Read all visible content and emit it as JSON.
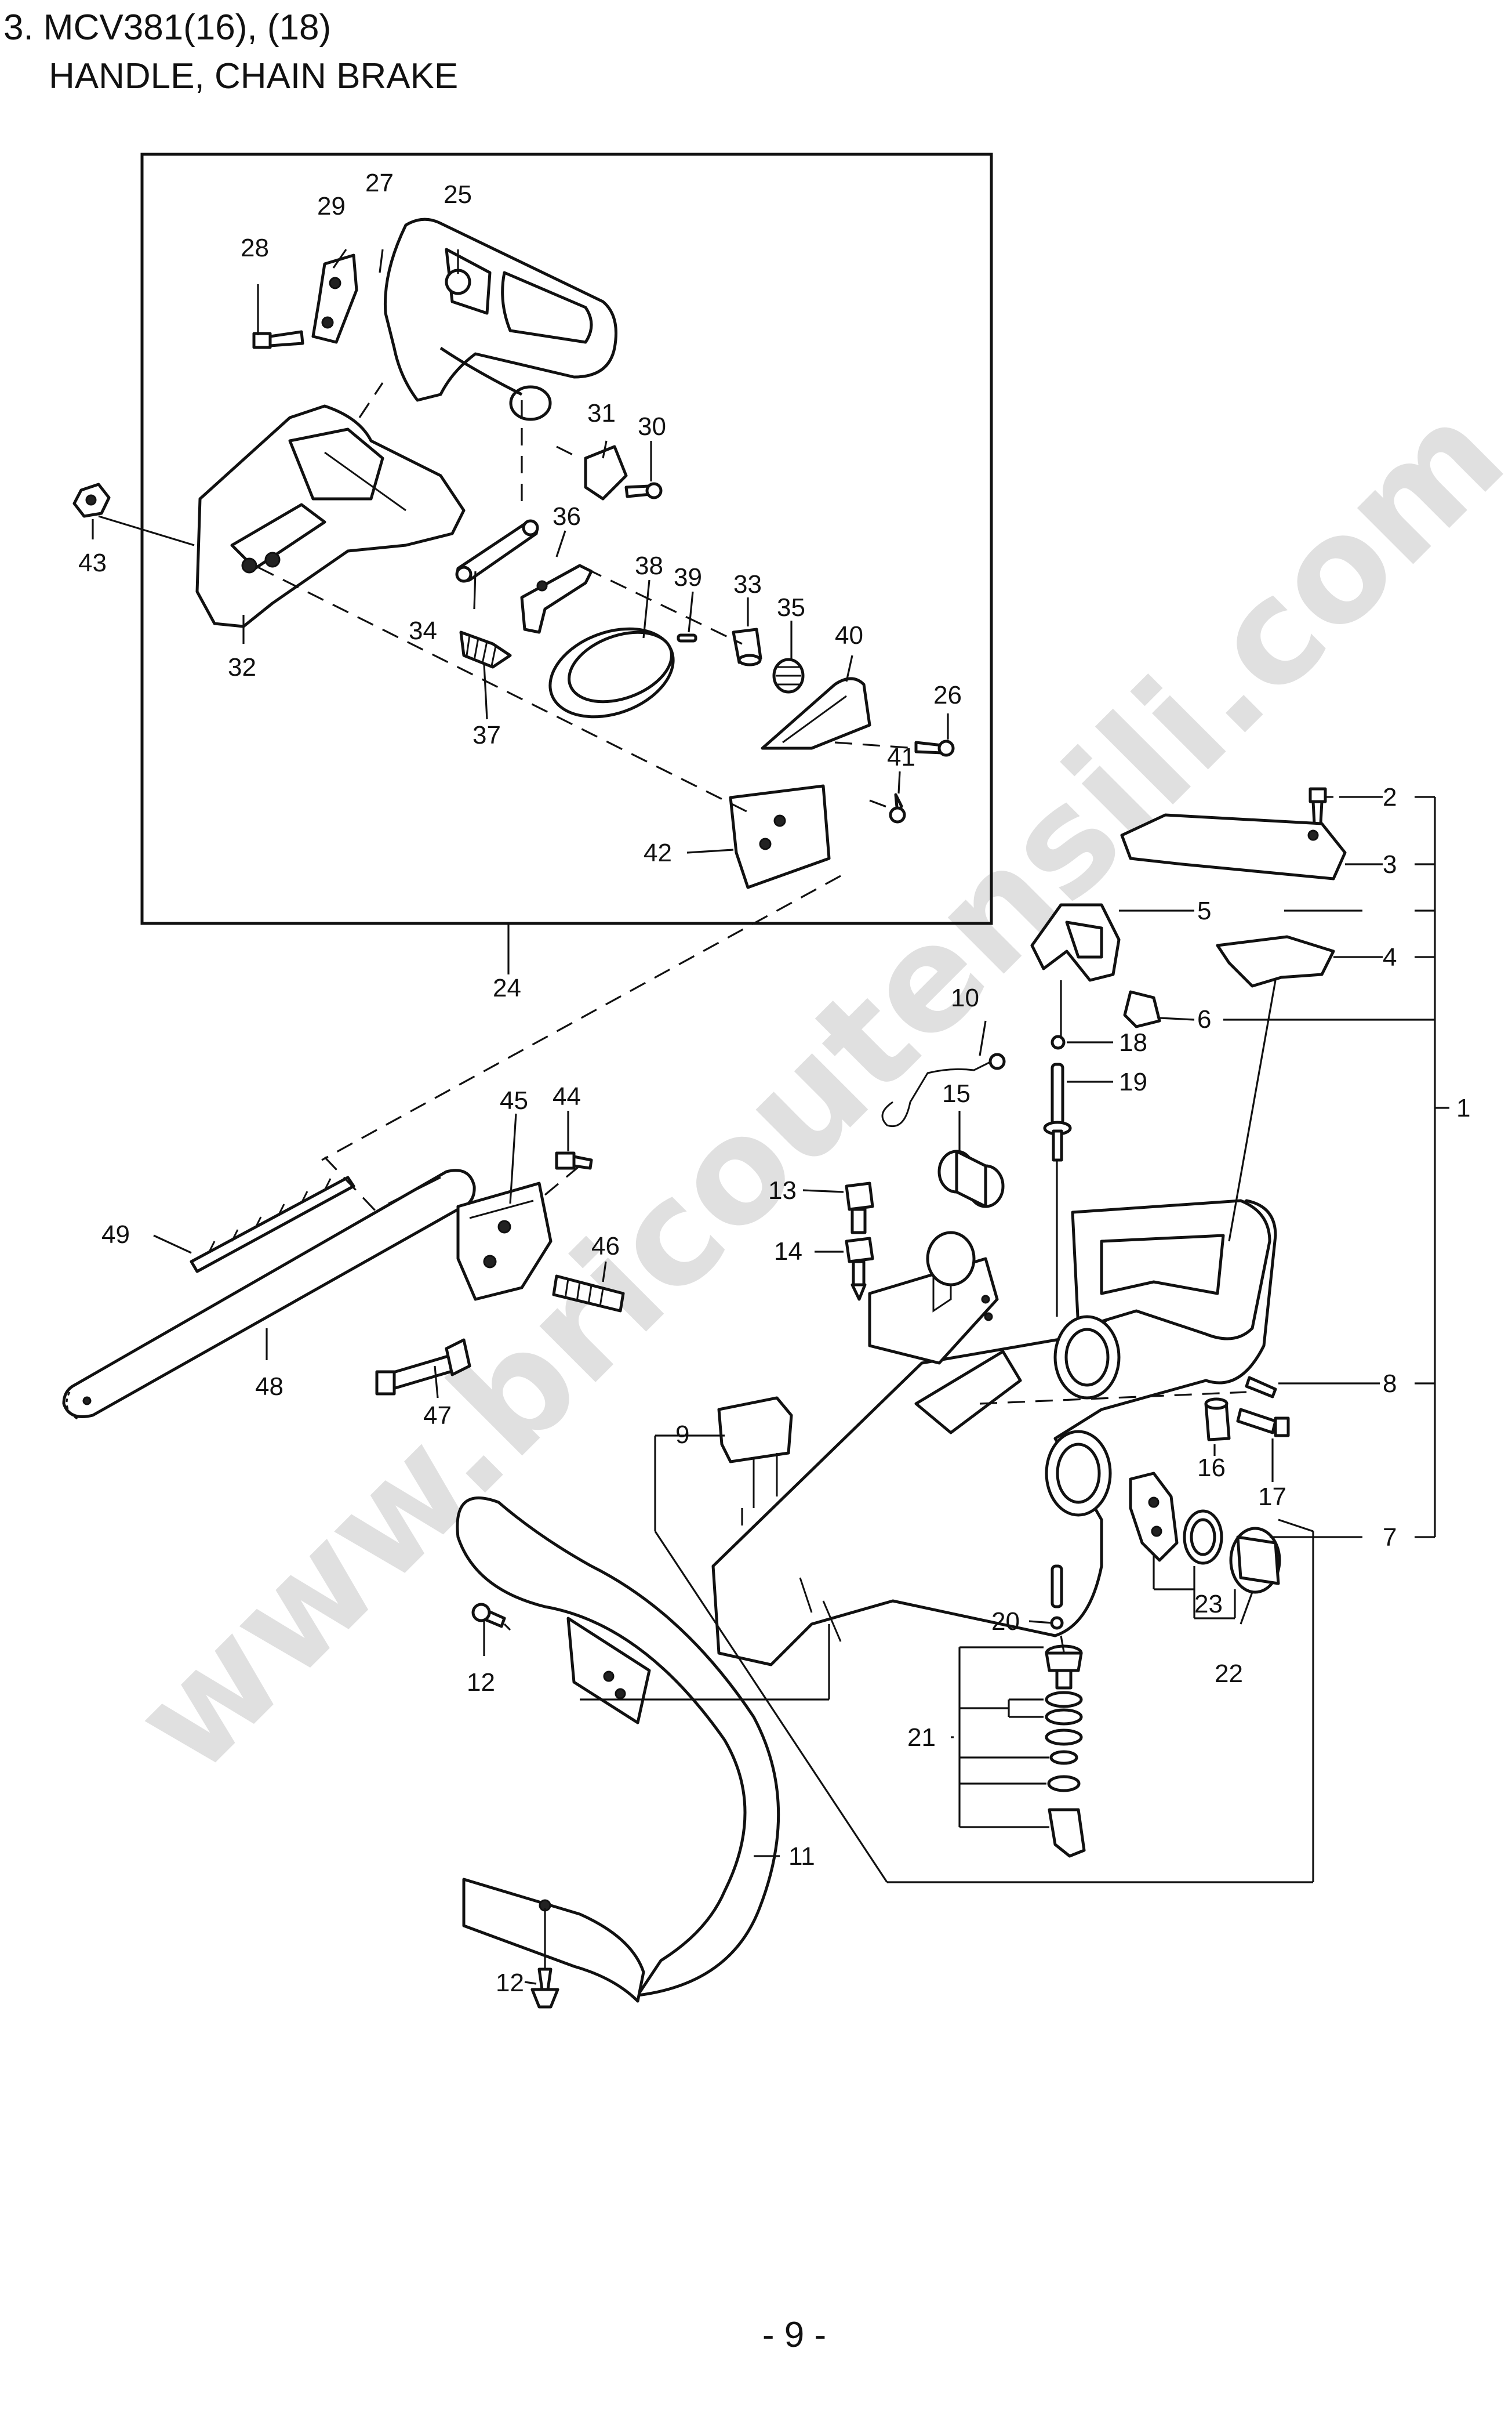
{
  "header": {
    "line1": "3. MCV381(16), (18)",
    "line2": "HANDLE, CHAIN BRAKE"
  },
  "watermark": "www.bricoutensili.com",
  "page_number": "- 9 -",
  "callouts": {
    "n1": "1",
    "n2": "2",
    "n3": "3",
    "n4": "4",
    "n5": "5",
    "n6": "6",
    "n7": "7",
    "n8": "8",
    "n9": "9",
    "n10": "10",
    "n11": "11",
    "n12a": "12",
    "n12b": "12",
    "n13": "13",
    "n14": "14",
    "n15": "15",
    "n16": "16",
    "n17": "17",
    "n18": "18",
    "n19": "19",
    "n20": "20",
    "n21": "21",
    "n22": "22",
    "n23": "23",
    "n24": "24",
    "n25": "25",
    "n26": "26",
    "n27": "27",
    "n28": "28",
    "n29": "29",
    "n30": "30",
    "n31": "31",
    "n32": "32",
    "n33": "33",
    "n34": "34",
    "n35": "35",
    "n36": "36",
    "n37": "37",
    "n38": "38",
    "n39": "39",
    "n40": "40",
    "n41": "41",
    "n42": "42",
    "n43": "43",
    "n44": "44",
    "n45": "45",
    "n46": "46",
    "n47": "47",
    "n48": "48",
    "n49": "49"
  }
}
